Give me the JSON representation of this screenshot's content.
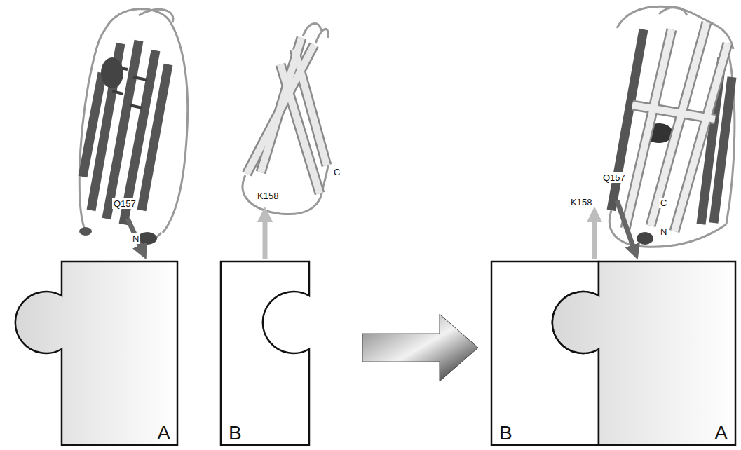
{
  "diagram": {
    "nodes": [
      {
        "text": [
          "A"
        ]
      },
      {
        "text": [
          "B"
        ]
      },
      {
        "text": [
          "B"
        ]
      },
      {
        "text": [
          "A"
        ]
      }
    ],
    "edges": [
      {
        "from": 1,
        "to": 2,
        "arrow": "to"
      }
    ],
    "labels": [
      "Q157",
      "N",
      "K158",
      "C",
      "K158",
      "Q157",
      "C",
      "N"
    ]
  }
}
